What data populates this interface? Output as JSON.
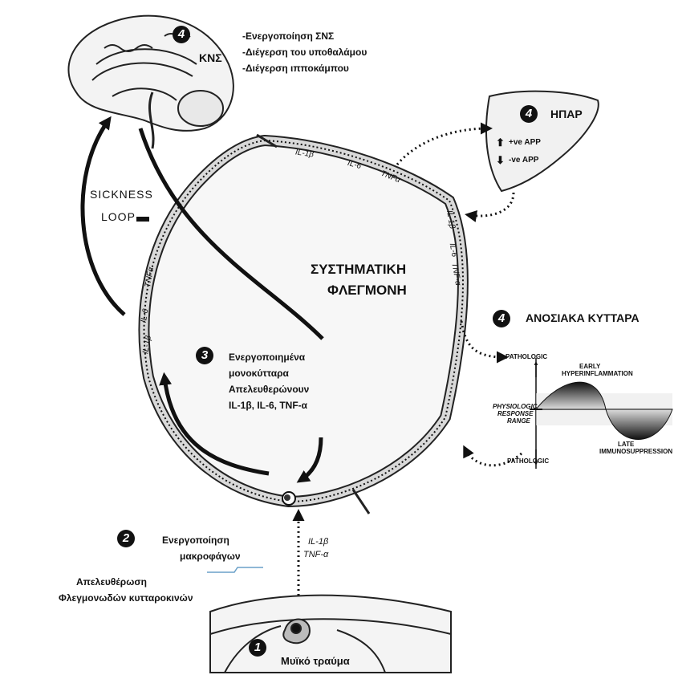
{
  "cns": {
    "badge": "4",
    "title": "ΚΝΣ",
    "bullets": [
      "-Ενεργοποίηση ΣΝΣ",
      "-Διέγερση του υποθαλάμου",
      "-Διέγερση ιπποκάμπου"
    ]
  },
  "liver": {
    "badge": "4",
    "title": "ΗΠΑΡ",
    "up": "+ve APP",
    "down": "-ve APP"
  },
  "sickness_loop": {
    "line1": "SICKNESS",
    "line2": "LOOP"
  },
  "center": {
    "line1": "ΣΥΣΤΗΜΑΤΙΚΗ",
    "line2": "ΦΛΕΓΜΟΝΗ"
  },
  "vessel_labels": {
    "il1b": "IL-1β",
    "il6": "IL-6",
    "tnfa": "TNFα",
    "tnf_dash": "TNF-α"
  },
  "monocytes": {
    "badge": "3",
    "line1": "Ενεργοποιημένα",
    "line2": "μονοκύτταρα",
    "line3": "Απελευθερώνουν",
    "line4": "IL-1β, IL-6, TNF-α"
  },
  "immune": {
    "badge": "4",
    "title": "ΑΝΟΣΙΑΚΑ ΚΥΤΤΑΡΑ",
    "pathologic_top": "PATHOLOGIC",
    "pathologic_bottom": "PATHOLOGIC",
    "early1": "EARLY",
    "early2": "HYPERINFLAMMATION",
    "phys1": "PHYSIOLOGIC",
    "phys2": "RESPONSE",
    "phys3": "RANGE",
    "late1": "LATE",
    "late2": "IMMUNOSUPPRESSION"
  },
  "macrophage": {
    "badge": "2",
    "line1": "Ενεργοποίηση",
    "line2": "μακροφάγων"
  },
  "release": {
    "line1": "Απελευθέρωση",
    "line2": "Φλεγμονωδών κυτταροκινών"
  },
  "muscle": {
    "badge": "1",
    "label": "Μυϊκό τραύμα"
  },
  "colors": {
    "ink": "#111111",
    "accent_arrow": "#6aa0c8",
    "vessel_fill": "#d9d9d9"
  }
}
